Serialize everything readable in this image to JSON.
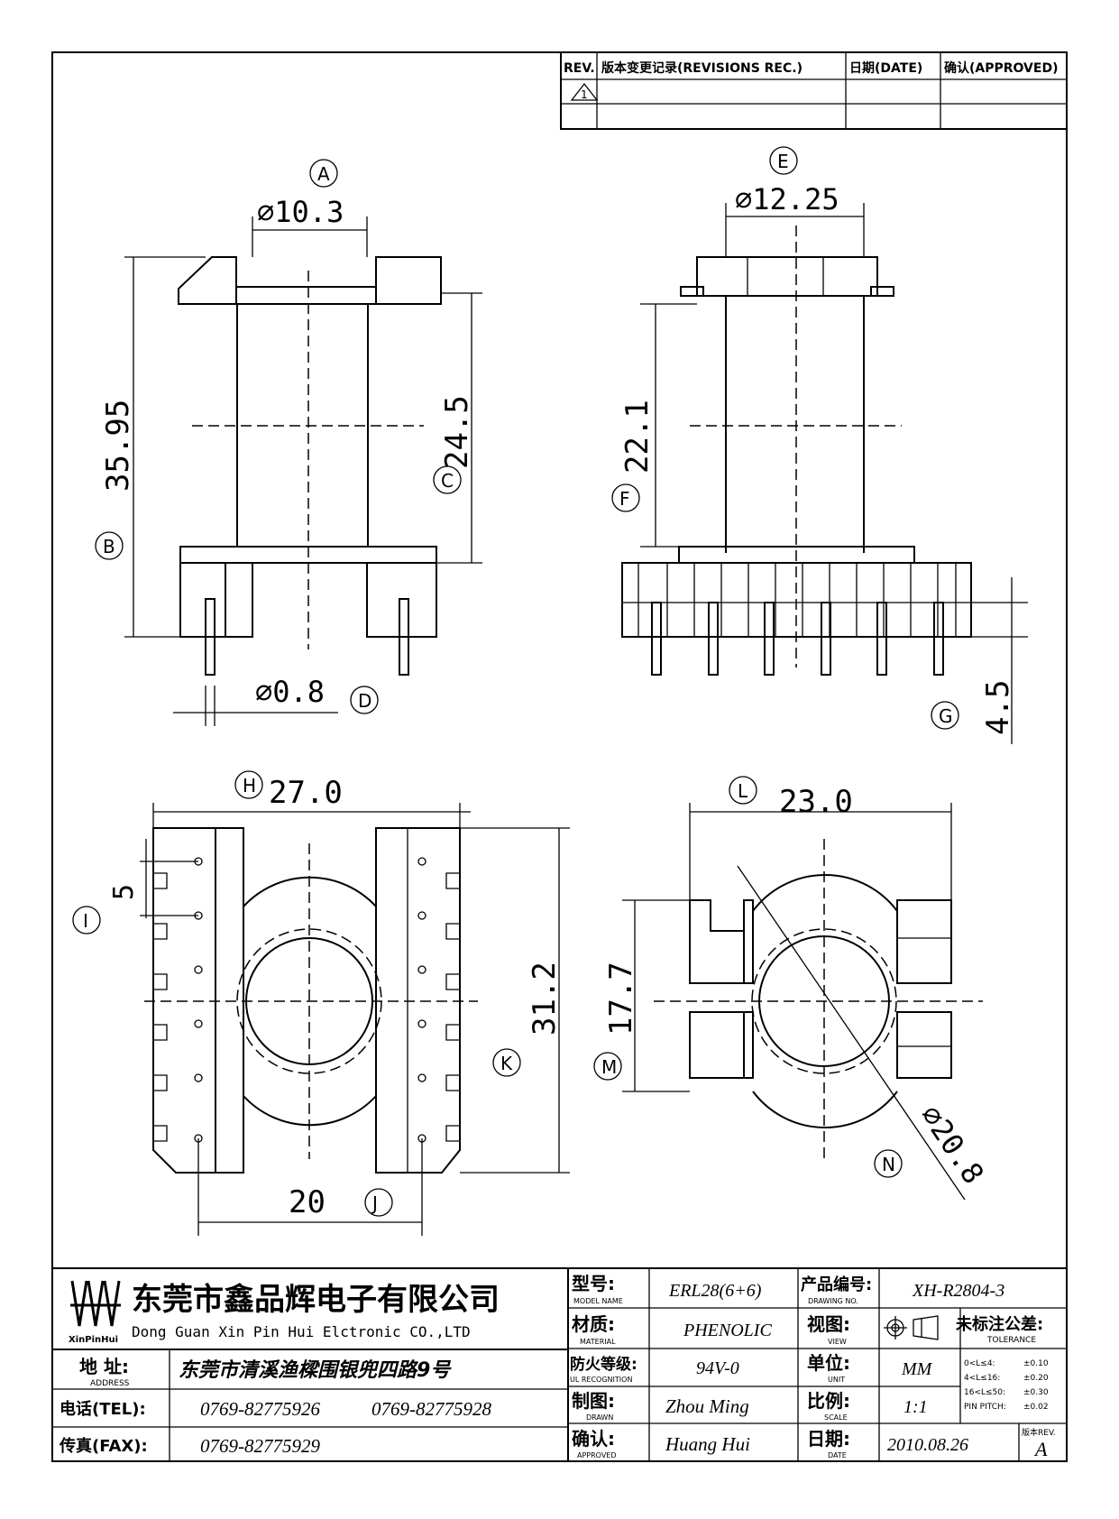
{
  "revision_table": {
    "headers": [
      "REV.",
      "版本变更记录(REVISIONS REC.)",
      "日期(DATE)",
      "确认(APPROVED)"
    ],
    "rev_symbol": "1"
  },
  "views": {
    "front": {
      "dim_A": {
        "circle": "A",
        "text": "⌀10.3"
      },
      "dim_B": {
        "circle": "B",
        "text": "35.95"
      },
      "dim_C": {
        "circle": "C",
        "text": "24.5"
      },
      "dim_D": {
        "circle": "D",
        "text": "⌀0.8"
      }
    },
    "side": {
      "dim_E": {
        "circle": "E",
        "text": "⌀12.25"
      },
      "dim_F": {
        "circle": "F",
        "text": "22.1"
      },
      "dim_G": {
        "circle": "G",
        "text": "4.5"
      }
    },
    "bottom": {
      "dim_H": {
        "circle": "H",
        "text": "27.0"
      },
      "dim_I": {
        "circle": "I",
        "text": "5"
      },
      "dim_J": {
        "circle": "J",
        "text": "20"
      },
      "dim_K": {
        "circle": "K",
        "text": "31.2"
      }
    },
    "top": {
      "dim_L": {
        "circle": "L",
        "text": "23.0"
      },
      "dim_M": {
        "circle": "M",
        "text": "17.7"
      },
      "dim_N": {
        "circle": "N",
        "text": "⌀20.8"
      }
    }
  },
  "title_block": {
    "logo_text": "XinPinHui",
    "company_cn": "东莞市鑫品辉电子有限公司",
    "company_en": "Dong Guan Xin Pin Hui Elctronic CO.,LTD",
    "address_label": "地 址:",
    "address_label_en": "ADDRESS",
    "address_value": "东莞市清溪渔樑围银兜四路9号",
    "tel_label": "电话(TEL):",
    "tel_value_1": "0769-82775926",
    "tel_value_2": "0769-82775928",
    "fax_label": "传真(FAX):",
    "fax_value": "0769-82775929",
    "model_label": "型号:",
    "model_label_en": "MODEL NAME",
    "model_value": "ERL28(6+6)",
    "material_label": "材质:",
    "material_label_en": "MATERIAL",
    "material_value": "PHENOLIC",
    "fire_label": "防火等级:",
    "fire_label_en": "UL RECOGNITION",
    "fire_value": "94V-0",
    "drawn_label": "制图:",
    "drawn_label_en": "DRAWN",
    "drawn_value": "Zhou Ming",
    "approved_label": "确认:",
    "approved_label_en": "APPROVED",
    "approved_value": "Huang Hui",
    "drawing_no_label": "产品编号:",
    "drawing_no_label_en": "DRAWING NO.",
    "drawing_no_value": "XH-R2804-3",
    "view_label": "视图:",
    "view_label_en": "VIEW",
    "unit_label": "单位:",
    "unit_label_en": "UNIT",
    "unit_value": "MM",
    "scale_label": "比例:",
    "scale_label_en": "SCALE",
    "scale_value": "1:1",
    "date_label": "日期:",
    "date_label_en": "DATE",
    "date_value": "2010.08.26",
    "tolerance_label": "未标注公差:",
    "tolerance_label_en": "TOLERANCE",
    "tolerance_rows": [
      {
        "range": "0<L≤4:",
        "value": "±0.10"
      },
      {
        "range": "4<L≤16:",
        "value": "±0.20"
      },
      {
        "range": "16<L≤50:",
        "value": "±0.30"
      },
      {
        "range": "PIN PITCH:",
        "value": "±0.02"
      }
    ],
    "rev_label": "版本REV.",
    "rev_value": "A"
  }
}
